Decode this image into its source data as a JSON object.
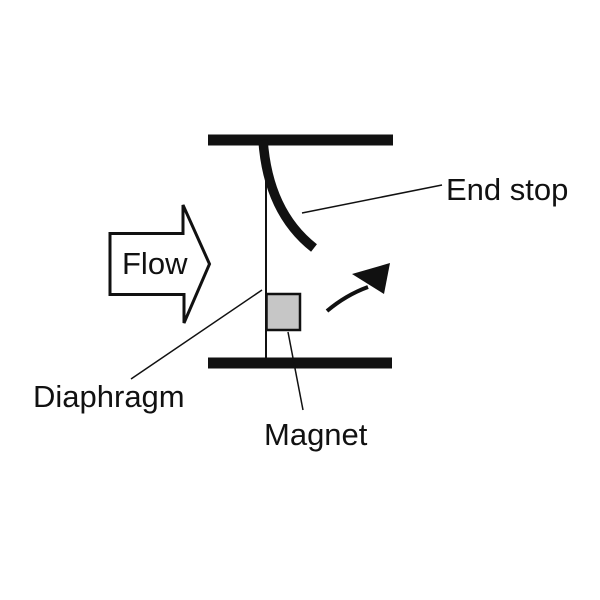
{
  "diagram": {
    "description": "Flow switch cross-section diagram",
    "labels": {
      "flow": "Flow",
      "end_stop": "End stop",
      "diaphragm": "Diaphragm",
      "magnet": "Magnet"
    }
  },
  "colors": {
    "ink": "#111111",
    "magnet_fill": "#c6c6c6",
    "background": "#ffffff"
  }
}
